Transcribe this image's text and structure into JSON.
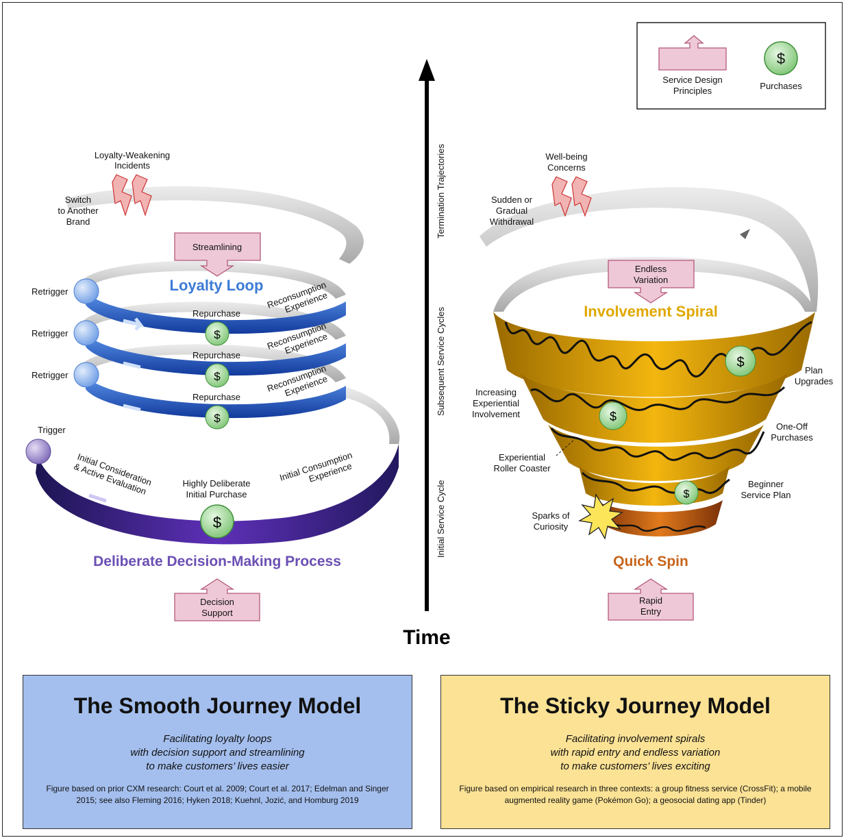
{
  "legend": {
    "service_design_label": "Service Design Principles",
    "purchases_label": "Purchases",
    "dollar": "$"
  },
  "time_axis": {
    "label": "Time",
    "phases": [
      "Initial Service Cycle",
      "Subsequent Service Cycles",
      "Termination Trajectories"
    ]
  },
  "smooth_diagram": {
    "title": "Deliberate Decision-Making Process",
    "loop_title": "Loyalty Loop",
    "weakening": "Loyalty-Weakening Incidents",
    "switch": "Switch to Another Brand",
    "streamlining": "Streamlining",
    "decision_support": "Decision Support",
    "retrigger": "Retrigger",
    "repurchase": "Repurchase",
    "reconsumption": "Reconsumption Experience",
    "trigger": "Trigger",
    "initial_consideration": "Initial Consideration & Active Evaluation",
    "initial_purchase": "Highly Deliberate Initial Purchase",
    "initial_consumption": "Initial Consumption Experience"
  },
  "sticky_diagram": {
    "title": "Quick Spin",
    "spiral_title": "Involvement Spiral",
    "wellbeing": "Well-being Concerns",
    "withdrawal": "Sudden or Gradual Withdrawal",
    "endless_variation": "Endless Variation",
    "rapid_entry": "Rapid Entry",
    "plan_upgrades": "Plan Upgrades",
    "increasing": "Increasing Experiential Involvement",
    "one_off": "One-Off Purchases",
    "roller_coaster": "Experiential Roller Coaster",
    "beginner": "Beginner Service Plan",
    "sparks": "Sparks of Curiosity"
  },
  "smooth_model": {
    "title": "The Smooth Journey Model",
    "subtitle": [
      "Facilitating loyalty loops",
      "with decision support and streamlining",
      "to make customers’ lives easier"
    ],
    "citation": "Figure based on prior CXM research: Court et al. 2009; Court et al. 2017; Edelman and Singer 2015; see also Fleming 2016; Hyken 2018; Kuehnl, Jozić, and Homburg 2019"
  },
  "sticky_model": {
    "title": "The Sticky Journey Model",
    "subtitle": [
      "Facilitating involvement spirals",
      "with rapid entry and endless variation",
      "to make customers’ lives exciting"
    ],
    "citation": "Figure based on empirical research in three contexts: a group fitness service (CrossFit); a mobile augmented reality game (Pokémon Go); a geosocial dating app (Tinder)"
  },
  "colors": {
    "loyalty_blue": "#2f6fd6",
    "decision_purple": "#6b3fb5",
    "involvement_gold": "#e0a800",
    "quick_spin_orange": "#c8641a",
    "principle_pink": "#eec8d6",
    "purchase_green": "#8fd18a"
  }
}
